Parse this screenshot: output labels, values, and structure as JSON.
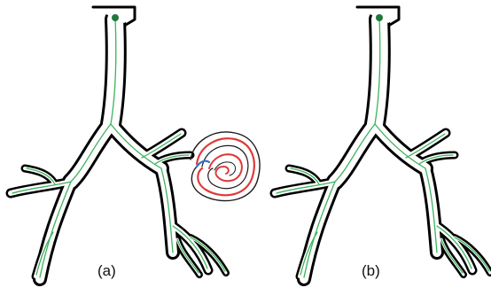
{
  "figure": {
    "panels": [
      {
        "id": "a",
        "label": "(a)"
      },
      {
        "id": "b",
        "label": "(b)"
      }
    ],
    "colors": {
      "airway_outline": "#000000",
      "airway_fill": "#ffffff",
      "centerline": "#3cb35a",
      "seed_point": "#1f7a3a",
      "leak_outer": "#1a1a1a",
      "leak_inner": "#e03a3a",
      "leak_marker": "#2a74c9"
    },
    "icons": {
      "seed": "seed-point-dot",
      "leak": "segmentation-leak-spiral"
    }
  }
}
